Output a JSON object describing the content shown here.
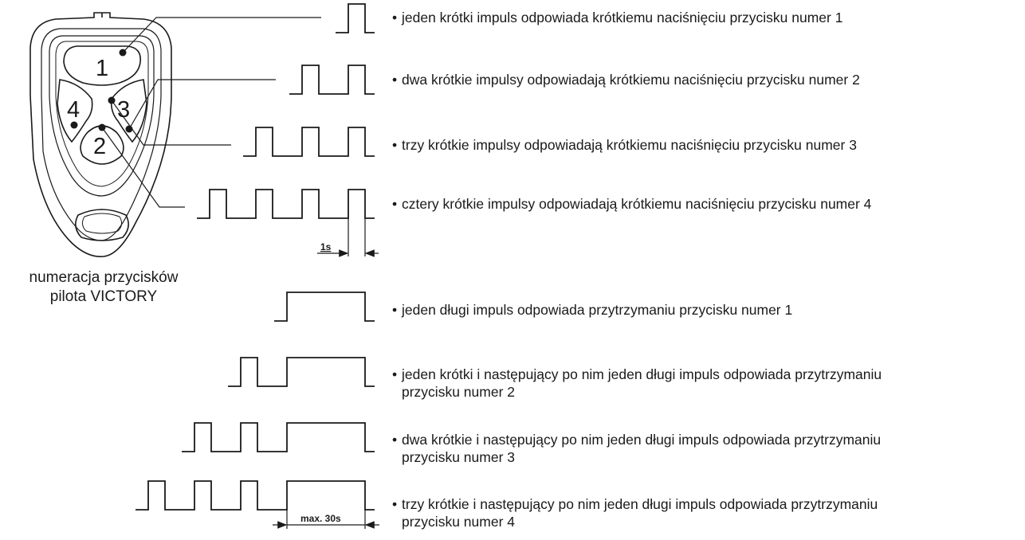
{
  "remote": {
    "caption_line1": "numeracja przycisków",
    "caption_line2": "pilota VICTORY",
    "button_numbers": [
      "1",
      "2",
      "3",
      "4"
    ]
  },
  "timing": {
    "short_pulse_label": "1s",
    "long_pulse_label": "max. 30s"
  },
  "descriptions": [
    {
      "lines": [
        "jeden krótki impuls odpowiada krótkiemu naciśnięciu przycisku numer 1"
      ]
    },
    {
      "lines": [
        "dwa krótkie impulsy odpowiadają krótkiemu naciśnięciu przycisku numer 2"
      ]
    },
    {
      "lines": [
        "trzy krótkie impulsy odpowiadają krótkiemu naciśnięciu przycisku numer 3"
      ]
    },
    {
      "lines": [
        "cztery krótkie impulsy odpowiadają krótkiemu naciśnięciu przycisku numer 4"
      ]
    },
    {
      "lines": [
        "jeden długi impuls odpowiada przytrzymaniu przycisku numer 1"
      ]
    },
    {
      "lines": [
        "jeden krótki i następujący po nim jeden długi impuls odpowiada przytrzymaniu",
        "przycisku numer 2"
      ]
    },
    {
      "lines": [
        "dwa krótkie i następujący po nim jeden długi impuls odpowiada przytrzymaniu",
        "przycisku numer 3"
      ]
    },
    {
      "lines": [
        "trzy krótkie i następujący po nim jeden długi impuls odpowiada przytrzymaniu",
        "przycisku numer 4"
      ]
    }
  ],
  "pulse_patterns": [
    {
      "short_pulses": 1,
      "long_pulse": false
    },
    {
      "short_pulses": 2,
      "long_pulse": false
    },
    {
      "short_pulses": 3,
      "long_pulse": false
    },
    {
      "short_pulses": 4,
      "long_pulse": false
    },
    {
      "short_pulses": 0,
      "long_pulse": true
    },
    {
      "short_pulses": 1,
      "long_pulse": true
    },
    {
      "short_pulses": 2,
      "long_pulse": true
    },
    {
      "short_pulses": 3,
      "long_pulse": true
    }
  ],
  "bullet_symbol": "•"
}
